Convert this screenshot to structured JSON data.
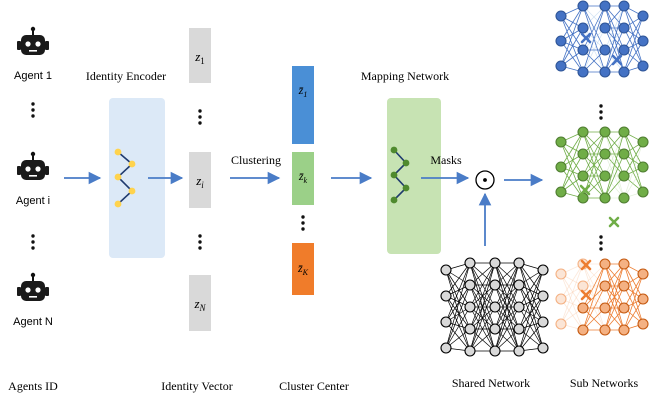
{
  "agents": {
    "labels": [
      "Agent 1",
      "Agent i",
      "Agent N"
    ],
    "footer": "Agents ID"
  },
  "encoder": {
    "title": "Identity Encoder"
  },
  "identity_vector": {
    "items": [
      {
        "base": "z",
        "sub": "1"
      },
      {
        "base": "z",
        "sub": "i"
      },
      {
        "base": "z",
        "sub": "N"
      }
    ],
    "footer": "Identity Vector"
  },
  "clustering_label": "Clustering",
  "cluster_center": {
    "items": [
      {
        "base": "z̄",
        "sub": "1",
        "color": "#4a8fd6"
      },
      {
        "base": "z̄",
        "sub": "k",
        "color": "#9bd088"
      },
      {
        "base": "z̄",
        "sub": "K",
        "color": "#f07c2a"
      }
    ],
    "footer": "Cluster Center"
  },
  "mapping": {
    "title": "Mapping Network"
  },
  "masks_label": "Masks",
  "operator_symbol": "⊙",
  "shared": {
    "footer": "Shared Network"
  },
  "sub": {
    "footer": "Sub Networks"
  },
  "colors": {
    "blue": "#4472c4",
    "green": "#70ad47",
    "orange": "#ed7d31",
    "arrow": "#4a7cc7",
    "encoder_box": "#dce9f7",
    "mapping_box": "#c7e3b3",
    "vector_box": "#d9d9d9"
  }
}
